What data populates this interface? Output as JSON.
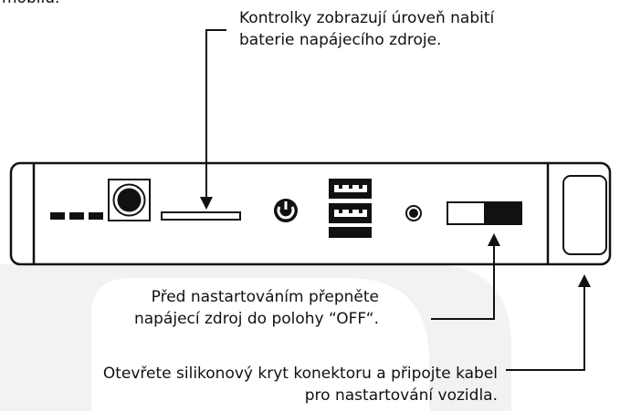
{
  "header_fragment": "mobilu.",
  "callouts": {
    "indicator_note": [
      "Kontrolky zobrazují úroveň nabití",
      "baterie napájecího zdroje."
    ],
    "switch_note": [
      "Před nastartováním přepněte",
      "napájecí zdroj do polohy “OFF“."
    ],
    "connector_note": [
      "Otevřete silikonový kryt konektoru a připojte kabel",
      "pro nastartování vozidla."
    ]
  },
  "colors": {
    "ink": "#111111",
    "watermark": "#f2f2f2",
    "background": "#ffffff"
  },
  "icons": [
    "power-icon",
    "usb-port-icon",
    "dc-jack-icon",
    "indicator-led-icon",
    "toggle-switch-icon"
  ]
}
